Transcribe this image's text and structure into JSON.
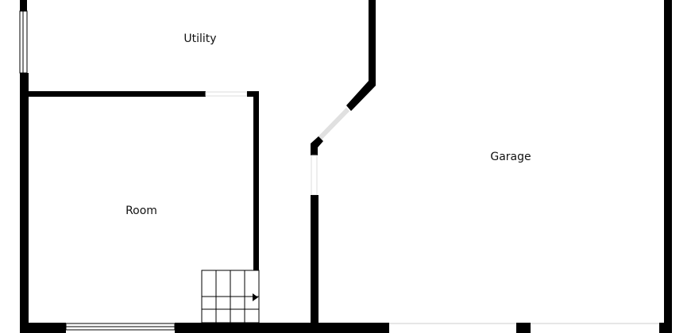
{
  "floor_plan": {
    "rooms": [
      {
        "id": "utility",
        "label": "Utility"
      },
      {
        "id": "room",
        "label": "Room"
      },
      {
        "id": "garage",
        "label": "Garage"
      }
    ],
    "colors": {
      "wall": "#000000",
      "background": "#ffffff",
      "text": "#111111"
    }
  }
}
